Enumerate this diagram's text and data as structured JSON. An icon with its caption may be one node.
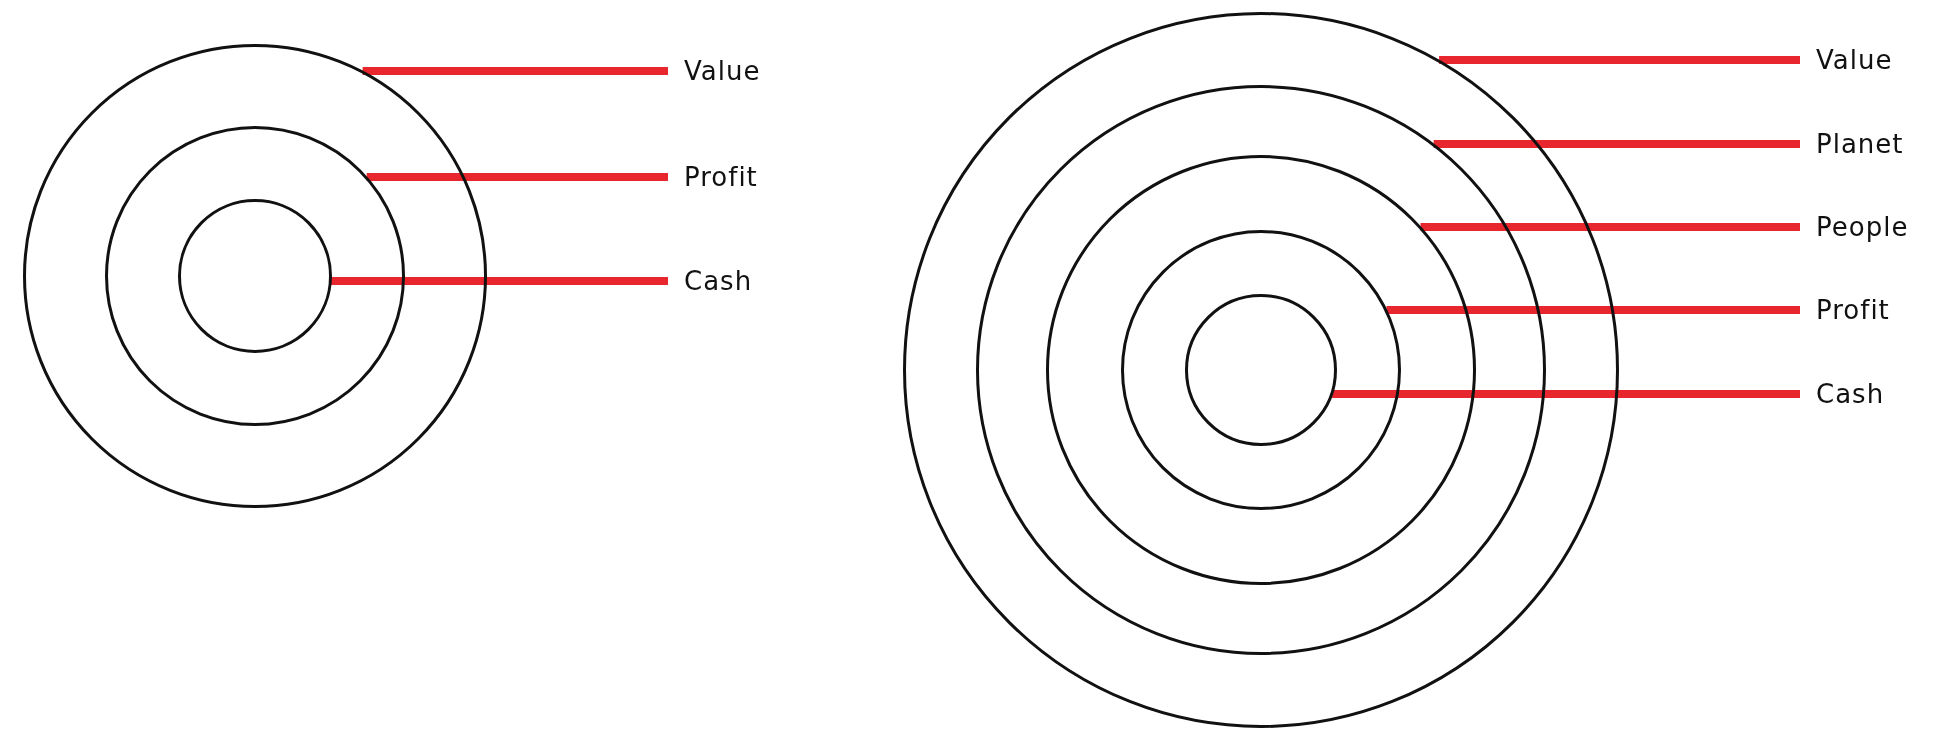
{
  "diagram": {
    "nodes": [
      {
        "text": [],
        "shape": "circle"
      },
      {
        "text": [],
        "shape": "circle",
        "in": 0
      },
      {
        "text": [],
        "shape": "circle",
        "in": 1
      },
      {
        "text": [],
        "shape": "circle"
      },
      {
        "text": [],
        "shape": "circle",
        "in": 3
      },
      {
        "text": [],
        "shape": "circle",
        "in": 4
      },
      {
        "text": [],
        "shape": "circle",
        "in": 5
      },
      {
        "text": [],
        "shape": "circle",
        "in": 6
      },
      {
        "text": [
          "Value"
        ]
      },
      {
        "text": [
          "Profit"
        ]
      },
      {
        "text": [
          "Cash"
        ]
      },
      {
        "text": [
          "Value"
        ]
      },
      {
        "text": [
          "Planet"
        ]
      },
      {
        "text": [
          "People"
        ]
      },
      {
        "text": [
          "Profit"
        ]
      },
      {
        "text": [
          "Cash"
        ]
      }
    ],
    "edges": [
      {
        "from": 8,
        "to": 0,
        "arrow": "none"
      },
      {
        "from": 9,
        "to": 1,
        "arrow": "none"
      },
      {
        "from": 10,
        "to": 2,
        "arrow": "none"
      },
      {
        "from": 11,
        "to": 3,
        "arrow": "none"
      },
      {
        "from": 12,
        "to": 4,
        "arrow": "none"
      },
      {
        "from": 13,
        "to": 5,
        "arrow": "none"
      },
      {
        "from": 14,
        "to": 6,
        "arrow": "none"
      },
      {
        "from": 15,
        "to": 7,
        "arrow": "none"
      }
    ]
  }
}
